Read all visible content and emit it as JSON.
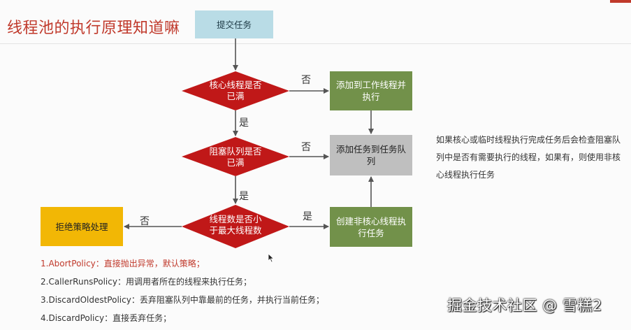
{
  "slide": {
    "title": "线程池的执行原理知道嘛"
  },
  "flowchart": {
    "start": "提交任务",
    "decision_core": "核心线程是否已满",
    "decision_queue": "阻塞队列是否已满",
    "decision_max": "线程数是否小于最大线程数",
    "add_worker": "添加到工作线程并执行",
    "add_queue": "添加任务到任务队列",
    "create_noncore": "创建非核心线程执行任务",
    "reject": "拒绝策略处理",
    "labels": {
      "no1": "否",
      "yes1": "是",
      "no2": "否",
      "yes2": "是",
      "yes3": "是",
      "no3": "否"
    },
    "colors": {
      "diamond": "#c01818",
      "green_box": "#72914a",
      "gray_box": "#bfbfbf",
      "yellow_box": "#f2b705",
      "start_box": "#b9dce6"
    }
  },
  "note": "如果核心或临时线程执行完成任务后会检查阻塞队列中是否有需要执行的线程，如果有，则使用非核心线程执行任务",
  "policies": [
    "1.AbortPolicy：直接抛出异常，默认策略；",
    "2.CallerRunsPolicy：用调用者所在的线程来执行任务；",
    "3.DiscardOldestPolicy：丢弃阻塞队列中靠最前的任务，并执行当前任务；",
    "4.DiscardPolicy：直接丢弃任务；"
  ],
  "watermark": "掘金技术社区 @ 雪糕2"
}
